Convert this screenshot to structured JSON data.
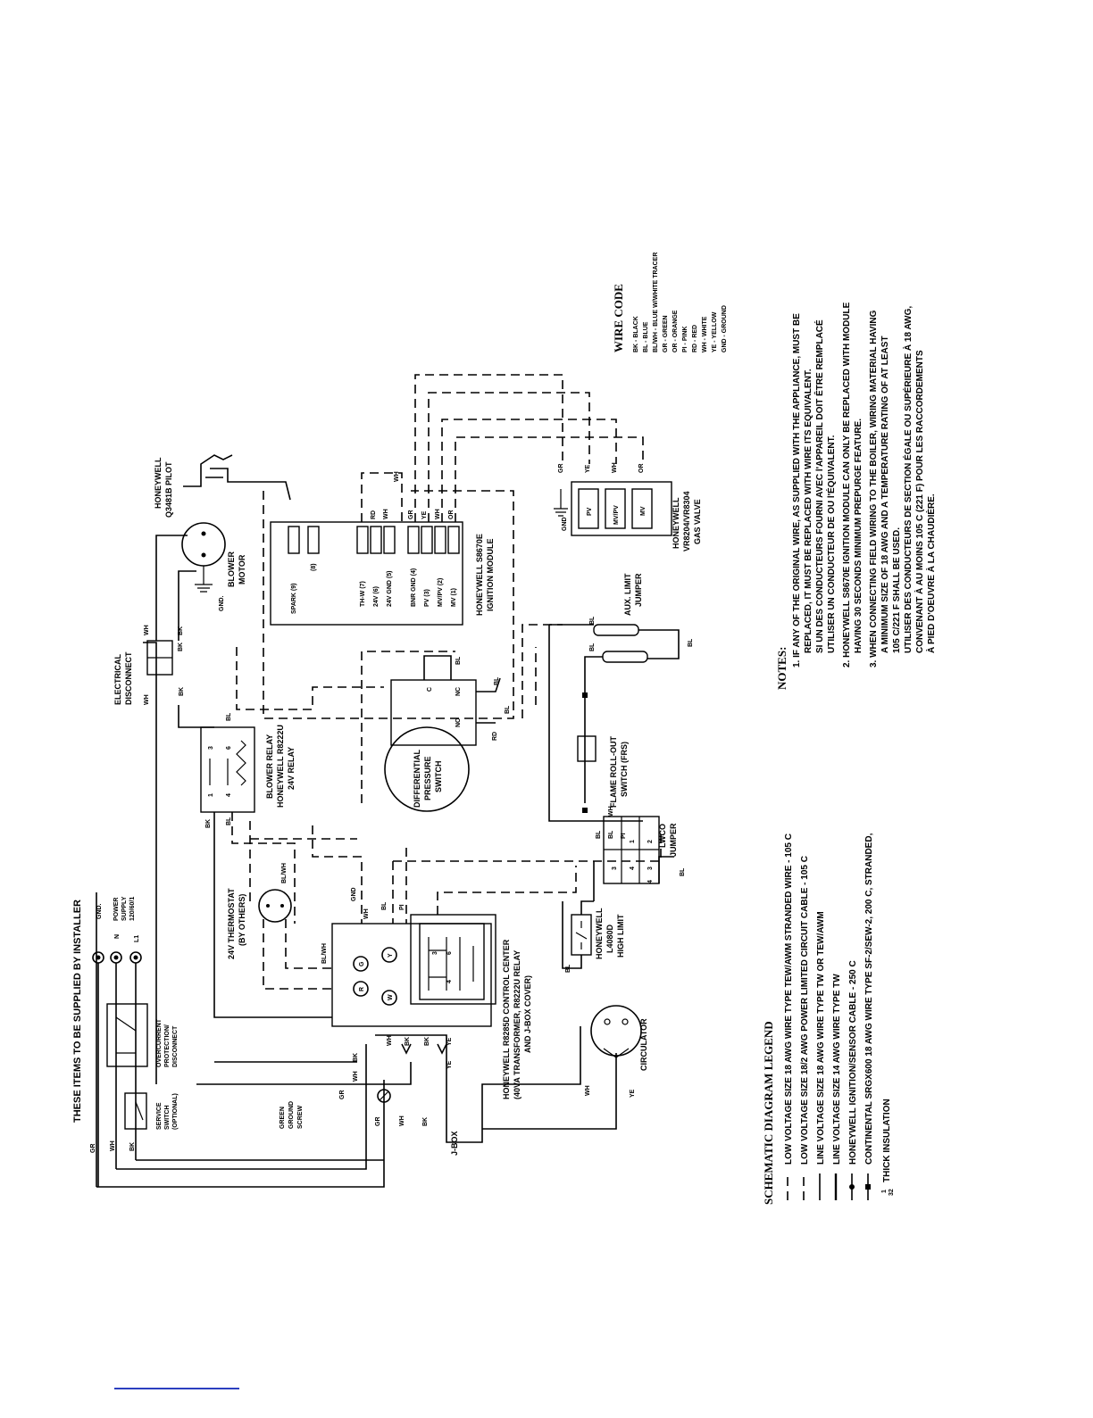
{
  "header": {
    "supplied_by_installer": "THESE ITEMS TO BE SUPPLIED BY INSTALLER"
  },
  "power": {
    "gnd": "GND.",
    "n": "N",
    "l1": "L1",
    "supply": "POWER",
    "supply2": "SUPPLY",
    "supply3": "120/60/1"
  },
  "overcurrent": {
    "l1": "OVERCURRENT",
    "l2": "PROTECTION/",
    "l3": "DISCONNECT"
  },
  "service_switch": {
    "l1": "SERVICE",
    "l2": "SWITCH",
    "l3": "(OPTIONAL)"
  },
  "wires": {
    "gr": "GR",
    "wh": "WH",
    "bk": "BK",
    "bl": "BL",
    "ye": "YE",
    "rd": "RD",
    "pi": "PI",
    "or": "OR",
    "gnd": "GND",
    "blwh": "BL/WH"
  },
  "green_ground": {
    "l1": "GREEN",
    "l2": "GROUND",
    "l3": "SCREW"
  },
  "jbox": "J-BOX",
  "electrical_disconnect": {
    "l1": "ELECTRICAL",
    "l2": "DISCONNECT"
  },
  "blower_motor": {
    "l1": "BLOWER",
    "l2": "MOTOR",
    "gnd": "GND."
  },
  "pilot": {
    "l1": "HONEYWELL",
    "l2": "Q3481B PILOT"
  },
  "blower_relay": {
    "l1": "BLOWER RELAY",
    "l2": "HONEYWELL R8222U",
    "l3": "24V RELAY",
    "t1": "1",
    "t3": "3",
    "t4": "4",
    "t6": "6"
  },
  "thermostat": {
    "l1": "24V THERMOSTAT",
    "l2": "(BY OTHERS)"
  },
  "control_center": {
    "l1": "HONEYWELL R8285D CONTROL CENTER",
    "l2": "(40VA TRANSFORMER, R8222U RELAY",
    "l3": "AND J-BOX COVER)",
    "g": "G",
    "y": "Y",
    "r": "R",
    "w": "W"
  },
  "circulator": "CIRCULATOR",
  "pressure_switch": {
    "l1": "DIFFERENTIAL",
    "l2": "PRESSURE",
    "l3": "SWITCH",
    "c": "C",
    "nc": "NC",
    "no": "NO"
  },
  "ignition_module": {
    "l1": "HONEYWELL S8670E",
    "l2": "IGNITION MODULE",
    "terminals": [
      "SPARK (9)",
      "(8)",
      "TH-W (7)",
      "24V (6)",
      "24V GND (5)",
      "BNR GND (4)",
      "PV (3)",
      "MV/PV (2)",
      "MV (1)"
    ],
    "wires": [
      "RD",
      "WH",
      "GR",
      "YE",
      "WH",
      "OR",
      "WH"
    ]
  },
  "gas_valve": {
    "l1": "HONEYWELL",
    "l2": "VR8204/VR8304",
    "l3": "GAS VALVE",
    "pv": "PV",
    "mvpv": "MV/PV",
    "mv": "MV",
    "gnd": "GND"
  },
  "aux_limit": {
    "l1": "AUX. LIMIT",
    "l2": "JUMPER"
  },
  "flame_rollout": {
    "l1": "FLAME ROLL-OUT",
    "l2": "SWITCH (FRS)"
  },
  "lwco": {
    "l1": "LWCO",
    "l2": "JUMPER",
    "t1": "1",
    "t2": "2",
    "t3": "3",
    "t4": "4"
  },
  "high_limit": {
    "l1": "HONEYWELL",
    "l2": "L4080D",
    "l3": "HIGH LIMIT"
  },
  "wire_code": {
    "title": "WIRE CODE",
    "rows": [
      "BK  -  BLACK",
      "BL  -  BLUE",
      "BL/WH  -  BLUE W/WHITE TRACER",
      "GR  -  GREEN",
      "OR  -  ORANGE",
      "PI  -  PINK",
      "RD  -  RED",
      "WH  -  WHITE",
      "YE  -  YELLOW",
      "GND  -  GROUND"
    ]
  },
  "notes": {
    "title": "NOTES:",
    "lines": [
      "1.  IF ANY OF THE ORIGINAL WIRE, AS SUPPLIED WITH THE APPLIANCE, MUST BE",
      "REPLACED, IT MUST BE REPLACED WITH WIRE ITS EQUIVALENT.",
      "SI UN DES CONDUCTEURS FOURNI AVEC l'APPAREIL DOIT ÊTRE REMPLACÉ",
      "UTILISER UN CONDUCTEUR DE OU l'ÉQUIVALENT.",
      "2.  HONEYWELL S8670E IGNITION MODULE CAN ONLY BE REPLACED WITH MODULE",
      "HAVING 30 SECONDS MINIMUM PREPURGE FEATURE.",
      "3.  WHEN CONNECTING FIELD WIRING TO THE BOILER, WIRING MATERIAL HAVING",
      "A MINIMUM SIZE OF 18 AWG AND A TEMPERATURE RATING OF AT LEAST",
      "105 C/221 F SHALL BE USED.",
      "UTILISER DES CONDUCTEURS DE SECTION ÉGALE OU SUPÉRIEURE À 18 AWG,",
      "CONVENANT À AU MOINS 105 C (221 F) POUR LES RACCORDEMENTS",
      "À PIED D'OEUVRE À LA CHAUDIÈRE."
    ]
  },
  "legend": {
    "title": "SCHEMATIC DIAGRAM LEGEND",
    "items": [
      "LOW VOLTAGE SIZE 18 AWG WIRE TYPE TEW/AWM STRANDED WIRE - 105 C",
      "LOW VOLTAGE SIZE 18/2 AWG POWER LIMITED CIRCUIT CABLE - 105 C",
      "LINE VOLTAGE SIZE 18 AWG WIRE TYPE TW OR TEW/AWM",
      "LINE VOLTAGE SIZE 14 AWG WIRE TYPE TW",
      "HONEYWELL IGNITION/SENSOR CABLE - 250 C",
      "CONTINENTAL SRGX600 18 AWG WIRE TYPE SF-2/SEW-2, 200 C, STRANDED,",
      "THICK INSULATION"
    ],
    "fraction_num": "1",
    "fraction_den": "32"
  }
}
